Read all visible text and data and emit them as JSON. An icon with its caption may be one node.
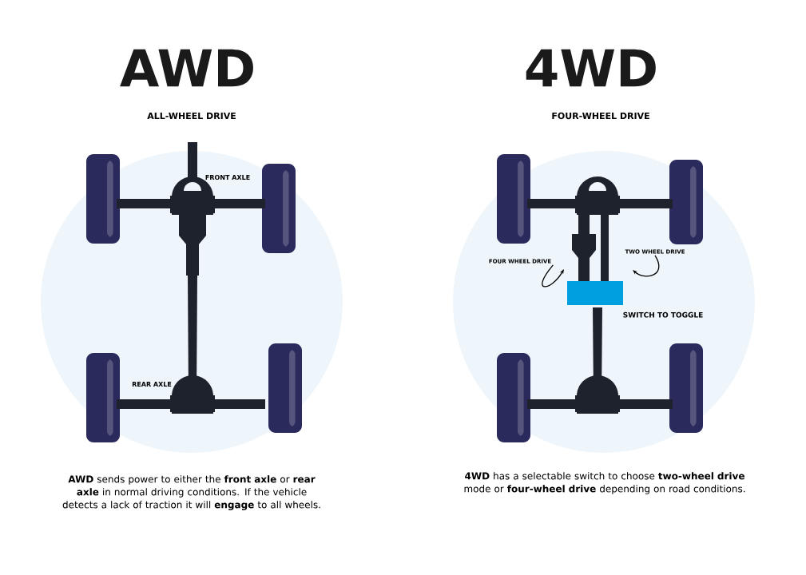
{
  "diagram": {
    "nodes": [
      {
        "text": [
          "FOUR WHEEL DRIVE"
        ]
      },
      {
        "text": [
          "TWO WHEEL DRIVE"
        ]
      },
      {
        "text": [],
        "shape": "box",
        "beside": [
          "SWITCH TO TOGGLE"
        ]
      }
    ],
    "edges": [
      {
        "from": 0,
        "to": null,
        "arrow": "to"
      },
      {
        "from": 1,
        "to": null,
        "arrow": "to"
      }
    ],
    "labels": [
      "AWD",
      "ALL-WHEEL DRIVE",
      "4WD",
      "FOUR-WHEEL DRIVE",
      "FRONT AXLE",
      "REAR AXLE",
      "**AWD** sends power to either the **front axle** or **rear axle** in normal driving conditions. If the vehicle detects a lack of traction it will **engage** to all wheels.",
      "**4WD** has a selectable switch to choose **two-wheel drive** mode or **four-wheel drive** depending on road conditions."
    ]
  }
}
